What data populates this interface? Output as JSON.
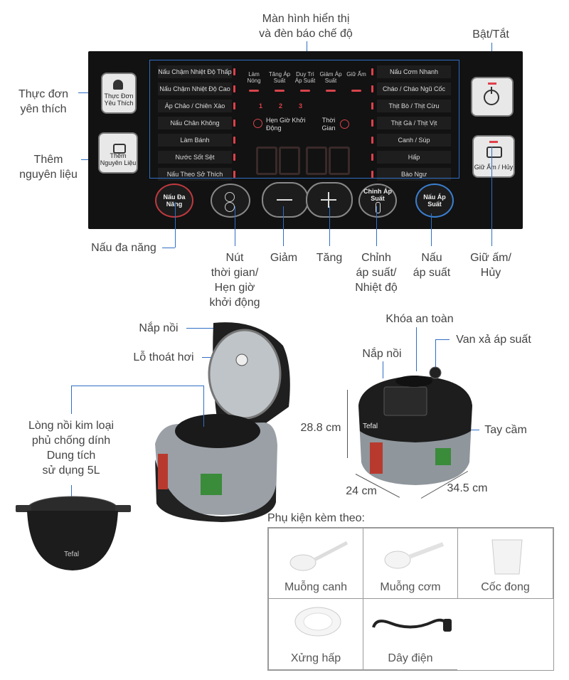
{
  "panel": {
    "display_title_line1": "Màn hình hiển thị",
    "display_title_line2": "và đèn báo chế độ",
    "power_label": "Bật/Tắt",
    "favorite_label_line1": "Thực đơn",
    "favorite_label_line2": "yên thích",
    "add_ingredient_label_line1": "Thêm",
    "add_ingredient_label_line2": "nguyên liệu",
    "favorite_button_text": "Thực Đơn Yêu Thích",
    "add_ingredient_button_text": "Thêm Nguyên Liệu",
    "keep_warm_button_text": "Giữ Ấm / Hủy",
    "left_menu": [
      "Nấu Chậm Nhiệt Độ Thấp",
      "Nấu Chậm Nhiệt Độ Cao",
      "Áp Chảo / Chiên Xào",
      "Nấu Chân Không",
      "Làm Bánh",
      "Nước Sốt Sệt",
      "Nấu Theo Sở Thích"
    ],
    "right_menu": [
      "Nấu Cơm Nhanh",
      "Cháo / Cháo Ngũ Cốc",
      "Thịt Bò / Thịt Cừu",
      "Thịt Gà / Thịt Vịt",
      "Canh / Súp",
      "Hấp",
      "Bào Ngư"
    ],
    "steps": [
      "Làm Nóng",
      "Tăng Áp Suất",
      "Duy Trì Áp Suất",
      "Giảm Áp Suất",
      "Giữ Ấm"
    ],
    "levels": [
      "1",
      "2",
      "3"
    ],
    "delay_start_text": "Hẹn Giờ Khởi Động",
    "time_text": "Thời Gian",
    "buttons": {
      "multi": "Nấu Đa Năng",
      "adjust": "Chỉnh Áp Suất",
      "pressure": "Nấu Áp Suất"
    }
  },
  "callouts": {
    "multi_cook": "Nấu đa năng",
    "timer_line1": "Nút",
    "timer_line2": "thời gian/",
    "timer_line3": "Hẹn giờ",
    "timer_line4": "khởi động",
    "decrease": "Giảm",
    "increase": "Tăng",
    "adjust_line1": "Chỉnh",
    "adjust_line2": "áp suất/",
    "adjust_line3": "Nhiệt độ",
    "pressure_line1": "Nấu",
    "pressure_line2": "áp suất",
    "warm_line1": "Giữ ấm/",
    "warm_line2": "Hủy"
  },
  "product": {
    "lid": "Nắp nồi",
    "steam_hole": "Lỗ thoát hơi",
    "inner_pot_line1": "Lòng nồi kim loại",
    "inner_pot_line2": "phủ chống dính",
    "inner_pot_line3": "Dung tích",
    "inner_pot_line4": "sử dụng 5L",
    "safety_lock": "Khóa an toàn",
    "pressure_valve": "Van xả áp suất",
    "lid_right": "Nắp nồi",
    "handle": "Tay cầm",
    "height": "28.8 cm",
    "depth": "24 cm",
    "width": "34.5 cm",
    "brand": "Tefal"
  },
  "accessories": {
    "title": "Phụ kiện kèm theo:",
    "items": [
      "Muỗng canh",
      "Muỗng cơm",
      "Cốc đong",
      "Xửng hấp",
      "Dây điện"
    ]
  },
  "colors": {
    "accent_line": "#2f6fc4",
    "panel_bg": "#121212",
    "led_red": "#e0404a"
  }
}
